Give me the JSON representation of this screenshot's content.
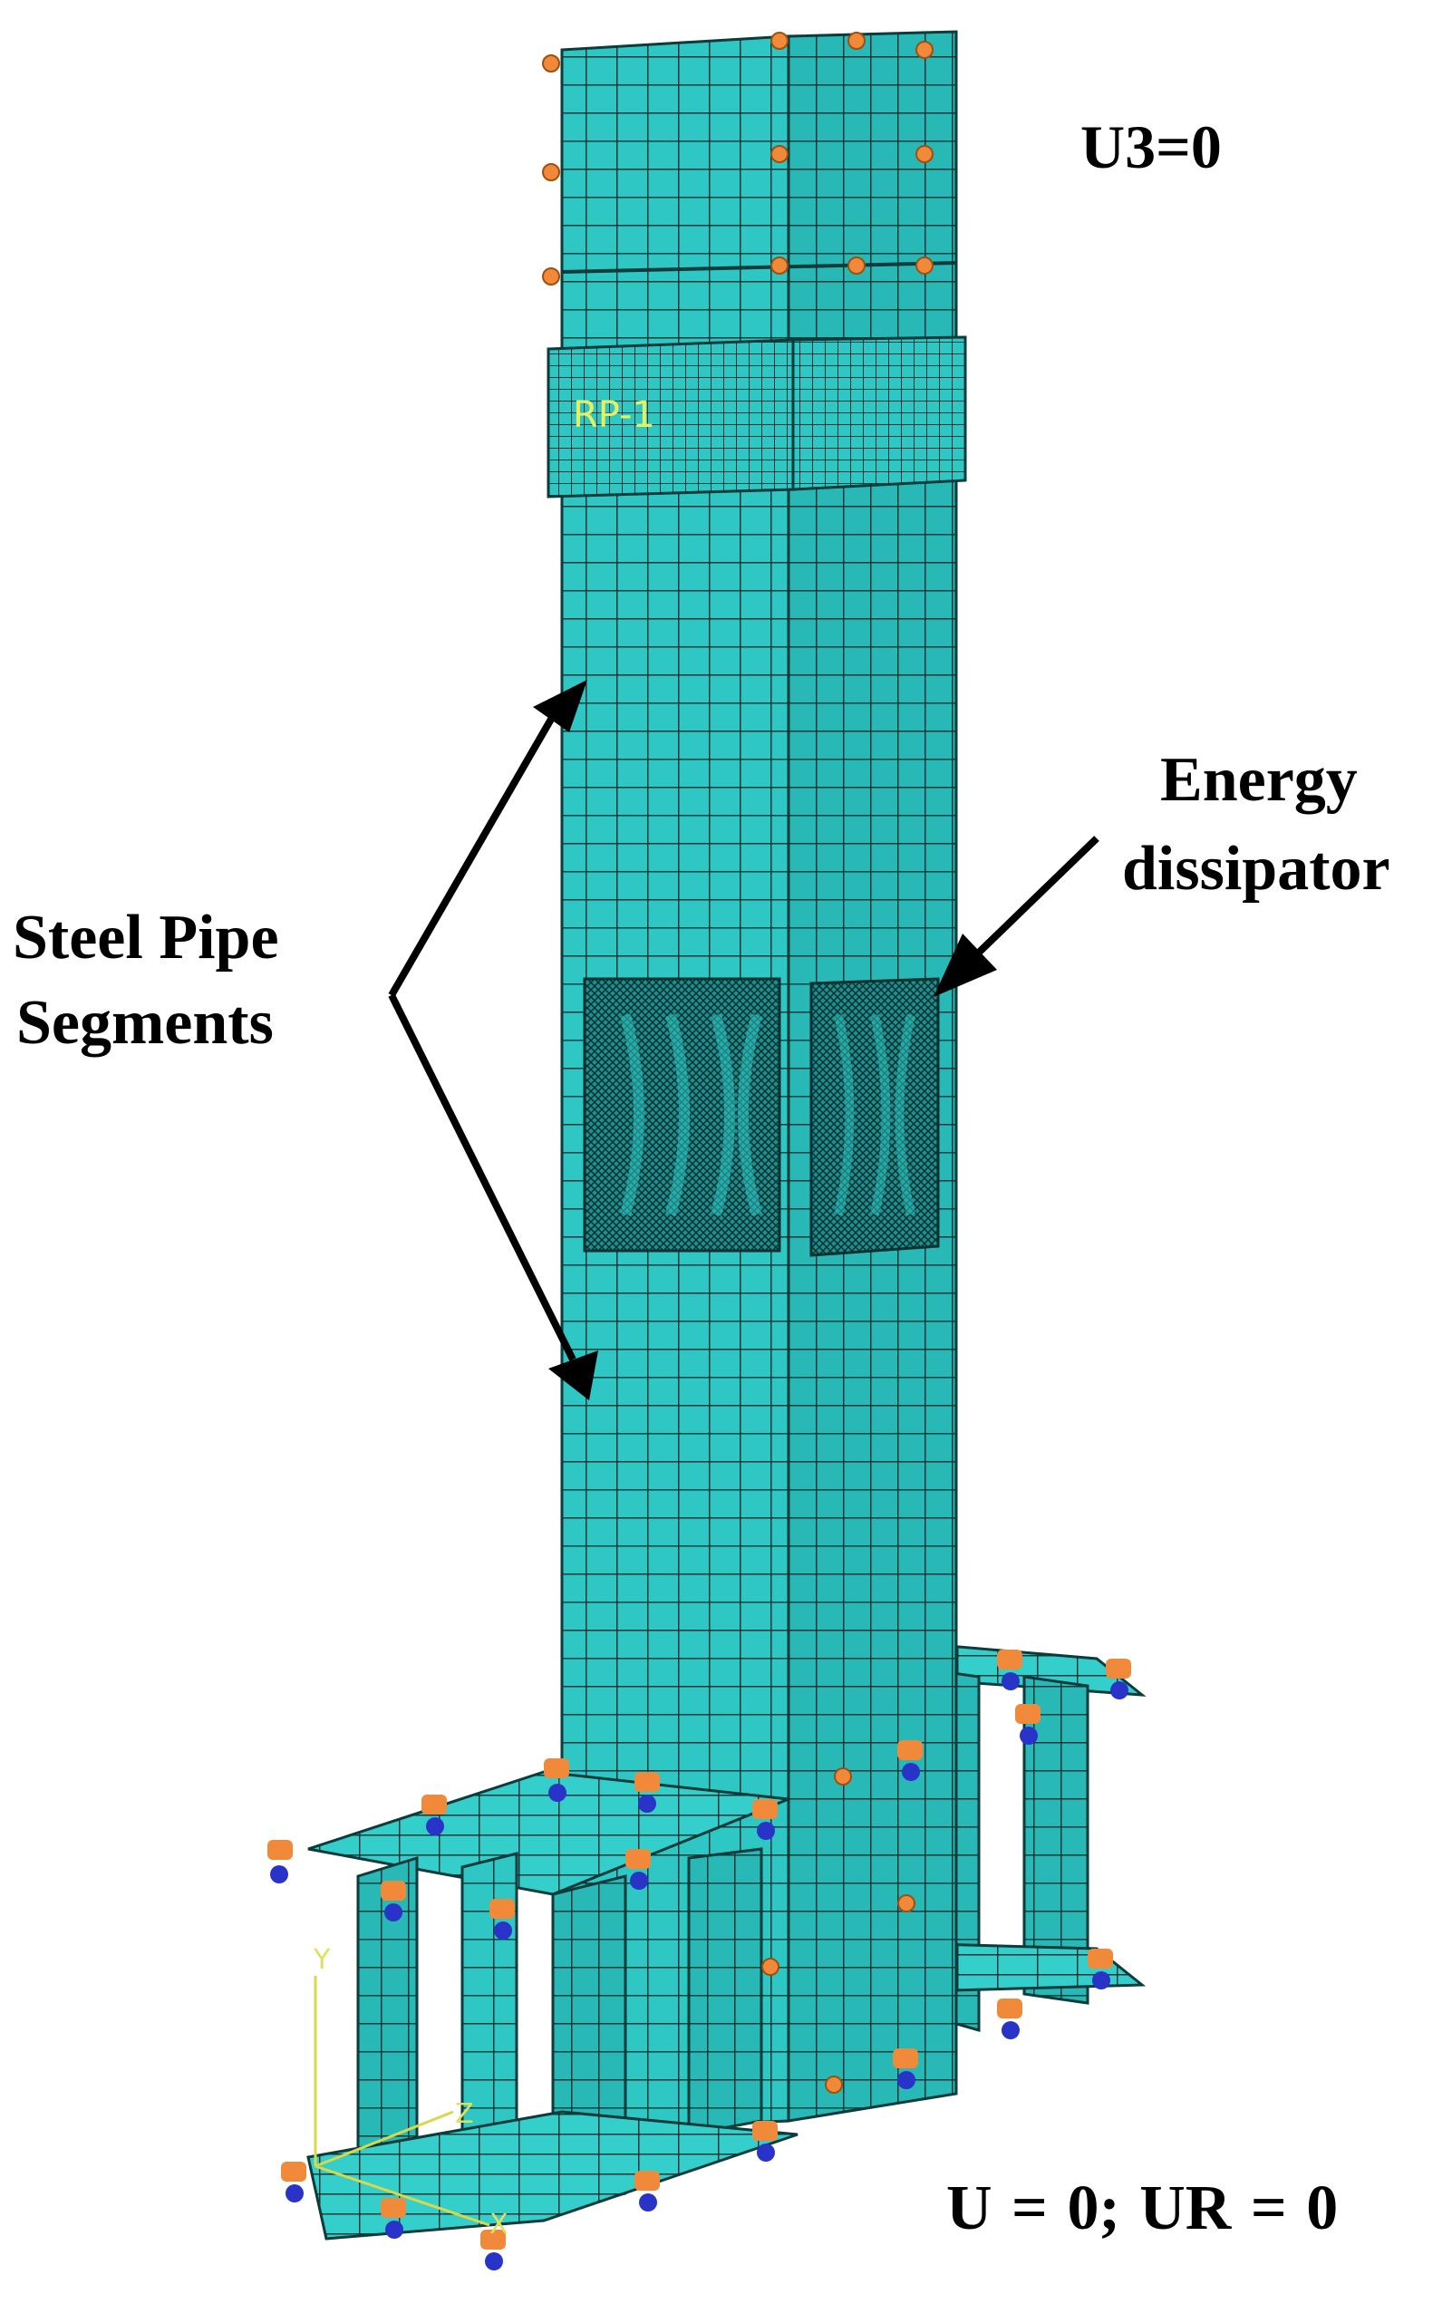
{
  "labels": {
    "u3": "U3=0",
    "energy": "Energy",
    "dissipator": "dissipator",
    "steel_pipe": "Steel Pipe",
    "segments": "Segments",
    "boundary": "U = 0;   UR = 0",
    "reference_point": "RP-1"
  },
  "axes": {
    "y": "Y",
    "z": "Z",
    "x": "X"
  },
  "colors": {
    "mesh_fill": "#2fc7c4",
    "mesh_dark": "#23a7a5",
    "mesh_lines": "#0b3b3b",
    "constraint_orange": "#f08a3a",
    "constraint_blue": "#2a33c8",
    "annotation": "#000000"
  }
}
